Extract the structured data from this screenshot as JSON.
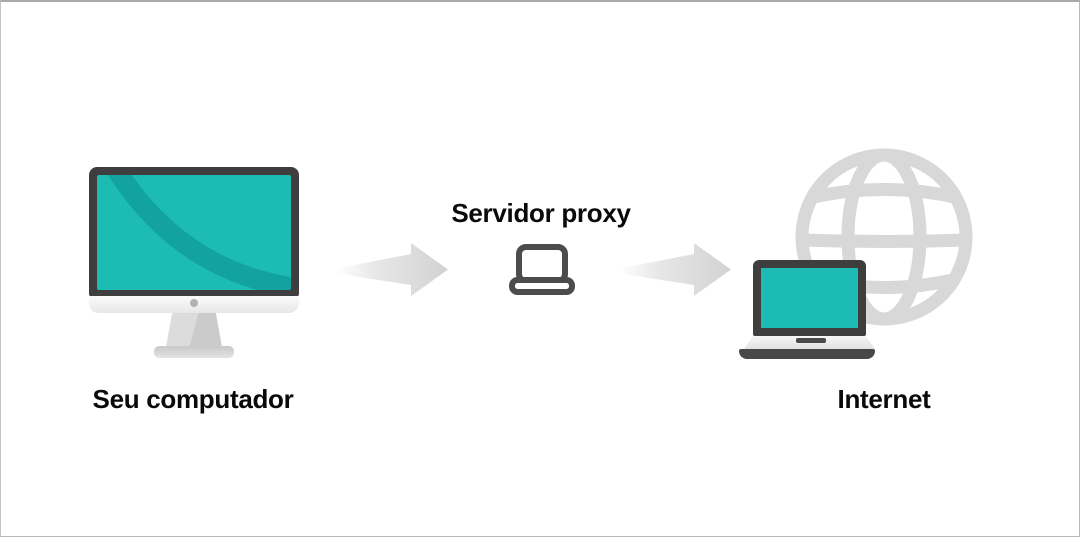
{
  "diagram": {
    "nodes": [
      {
        "id": "your-computer",
        "label": "Seu computador",
        "icon": "desktop-computer-icon"
      },
      {
        "id": "proxy-server",
        "label": "Servidor proxy",
        "icon": "laptop-outline-icon"
      },
      {
        "id": "internet",
        "label": "Internet",
        "icon": "laptop-globe-icon"
      }
    ],
    "connections": [
      {
        "from": "your-computer",
        "to": "proxy-server",
        "icon": "arrow-right-icon"
      },
      {
        "from": "proxy-server",
        "to": "internet",
        "icon": "arrow-right-icon"
      }
    ]
  },
  "colors": {
    "screen_teal": "#1CBCB4",
    "screen_swoosh": "#12A3A0",
    "device_frame_dark": "#3E3E3E",
    "proxy_icon_stroke": "#4C4C4C",
    "globe_gray": "#D8D8D8",
    "arrow_gray": "#D2D2D2",
    "label_text": "#0A0A0A",
    "background": "#FFFFFF"
  }
}
